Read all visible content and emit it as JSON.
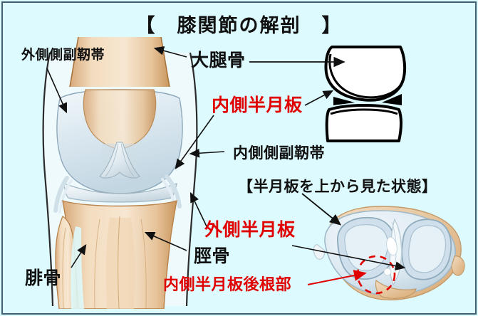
{
  "page": {
    "title": "【　膝関節の解剖　】",
    "background_color": "#ddfbff",
    "frame_color": "#3f6070",
    "text_color": "#111111",
    "accent_color": "#e00000"
  },
  "labels": {
    "lateral_collateral_ligament": "外側側副靭帯",
    "femur": "大腿骨",
    "medial_meniscus": "内側半月板",
    "medial_collateral_ligament": "内側側副靭帯",
    "meniscus_top_view_caption": "【半月板を上から見た状態】",
    "lateral_meniscus": "外側半月板",
    "tibia": "脛骨",
    "fibula": "腓骨",
    "medial_meniscus_posterior_root": "内側半月板後根部"
  },
  "figures": {
    "main_view": "anterior-knee-anatomy-illustration",
    "schematic_view": "knee-joint-line-schematic",
    "plateau_view": "tibial-plateau-superior-view"
  },
  "annotations": {
    "highlight_circle": "red-dashed-circle-posterior-root"
  }
}
